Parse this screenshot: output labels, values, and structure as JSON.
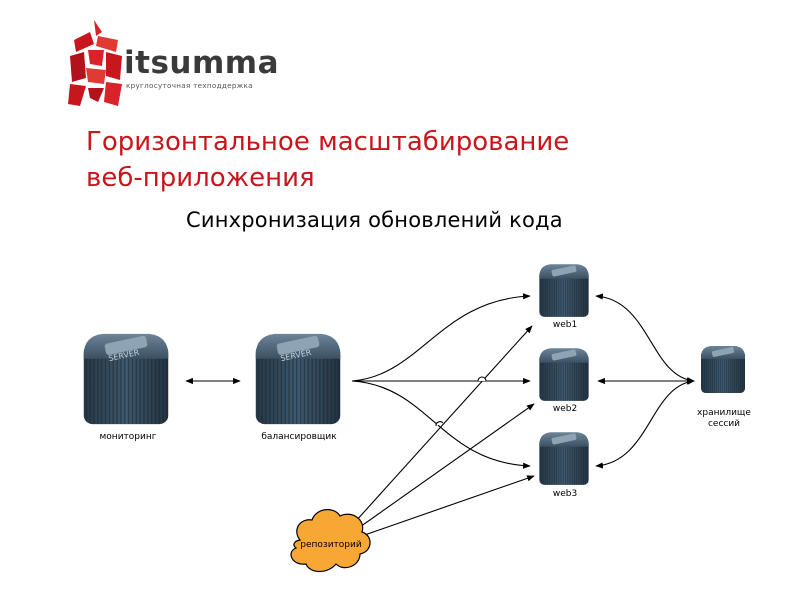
{
  "logo": {
    "name": "itsumma",
    "tagline": "круглосуточная техподдержка"
  },
  "title": {
    "line1": "Горизонтальное масштабирование",
    "line2": "веб-приложения"
  },
  "subtitle": "Синхронизация обновлений кода",
  "server_front_text": "SERVER",
  "nodes": {
    "monitoring": "мониторинг",
    "balancer": "балансировщик",
    "web1": "web1",
    "web2": "web2",
    "web3": "web3",
    "session_line1": "хранилище",
    "session_line2": "сессий",
    "repository": "репозиторий"
  },
  "colors": {
    "brand_red": "#c8161d",
    "server_dark": "#2e4152",
    "server_mid": "#4a6478"
  }
}
